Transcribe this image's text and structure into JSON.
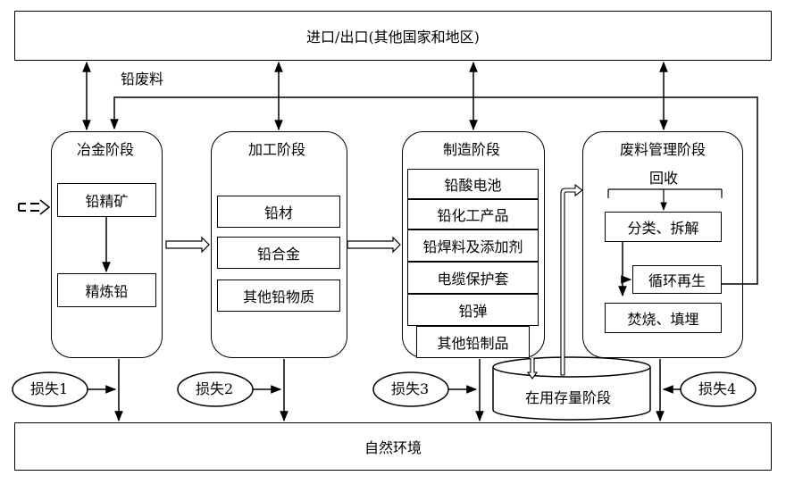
{
  "top_bar": "进口/出口(其他国家和地区)",
  "bottom_bar": "自然环境",
  "scrap_label": "铅废料",
  "smelting": {
    "title": "冶金阶段",
    "items": [
      "铅精矿",
      "精炼铅"
    ]
  },
  "processing": {
    "title": "加工阶段",
    "items": [
      "铅材",
      "铅合金",
      "其他铅物质"
    ]
  },
  "manufacturing": {
    "title": "制造阶段",
    "items": [
      "铅酸电池",
      "铅化工产品",
      "铅焊料及添加剂",
      "电缆保护套",
      "铅弹",
      "其他铅制品"
    ]
  },
  "waste": {
    "title": "废料管理阶段",
    "recycle": "回收",
    "sort": "分类、拆解",
    "regen": "循环再生",
    "burn": "焚烧、填埋"
  },
  "in_use": "在用存量阶段",
  "losses": [
    "损失1",
    "损失2",
    "损失3",
    "损失4"
  ]
}
